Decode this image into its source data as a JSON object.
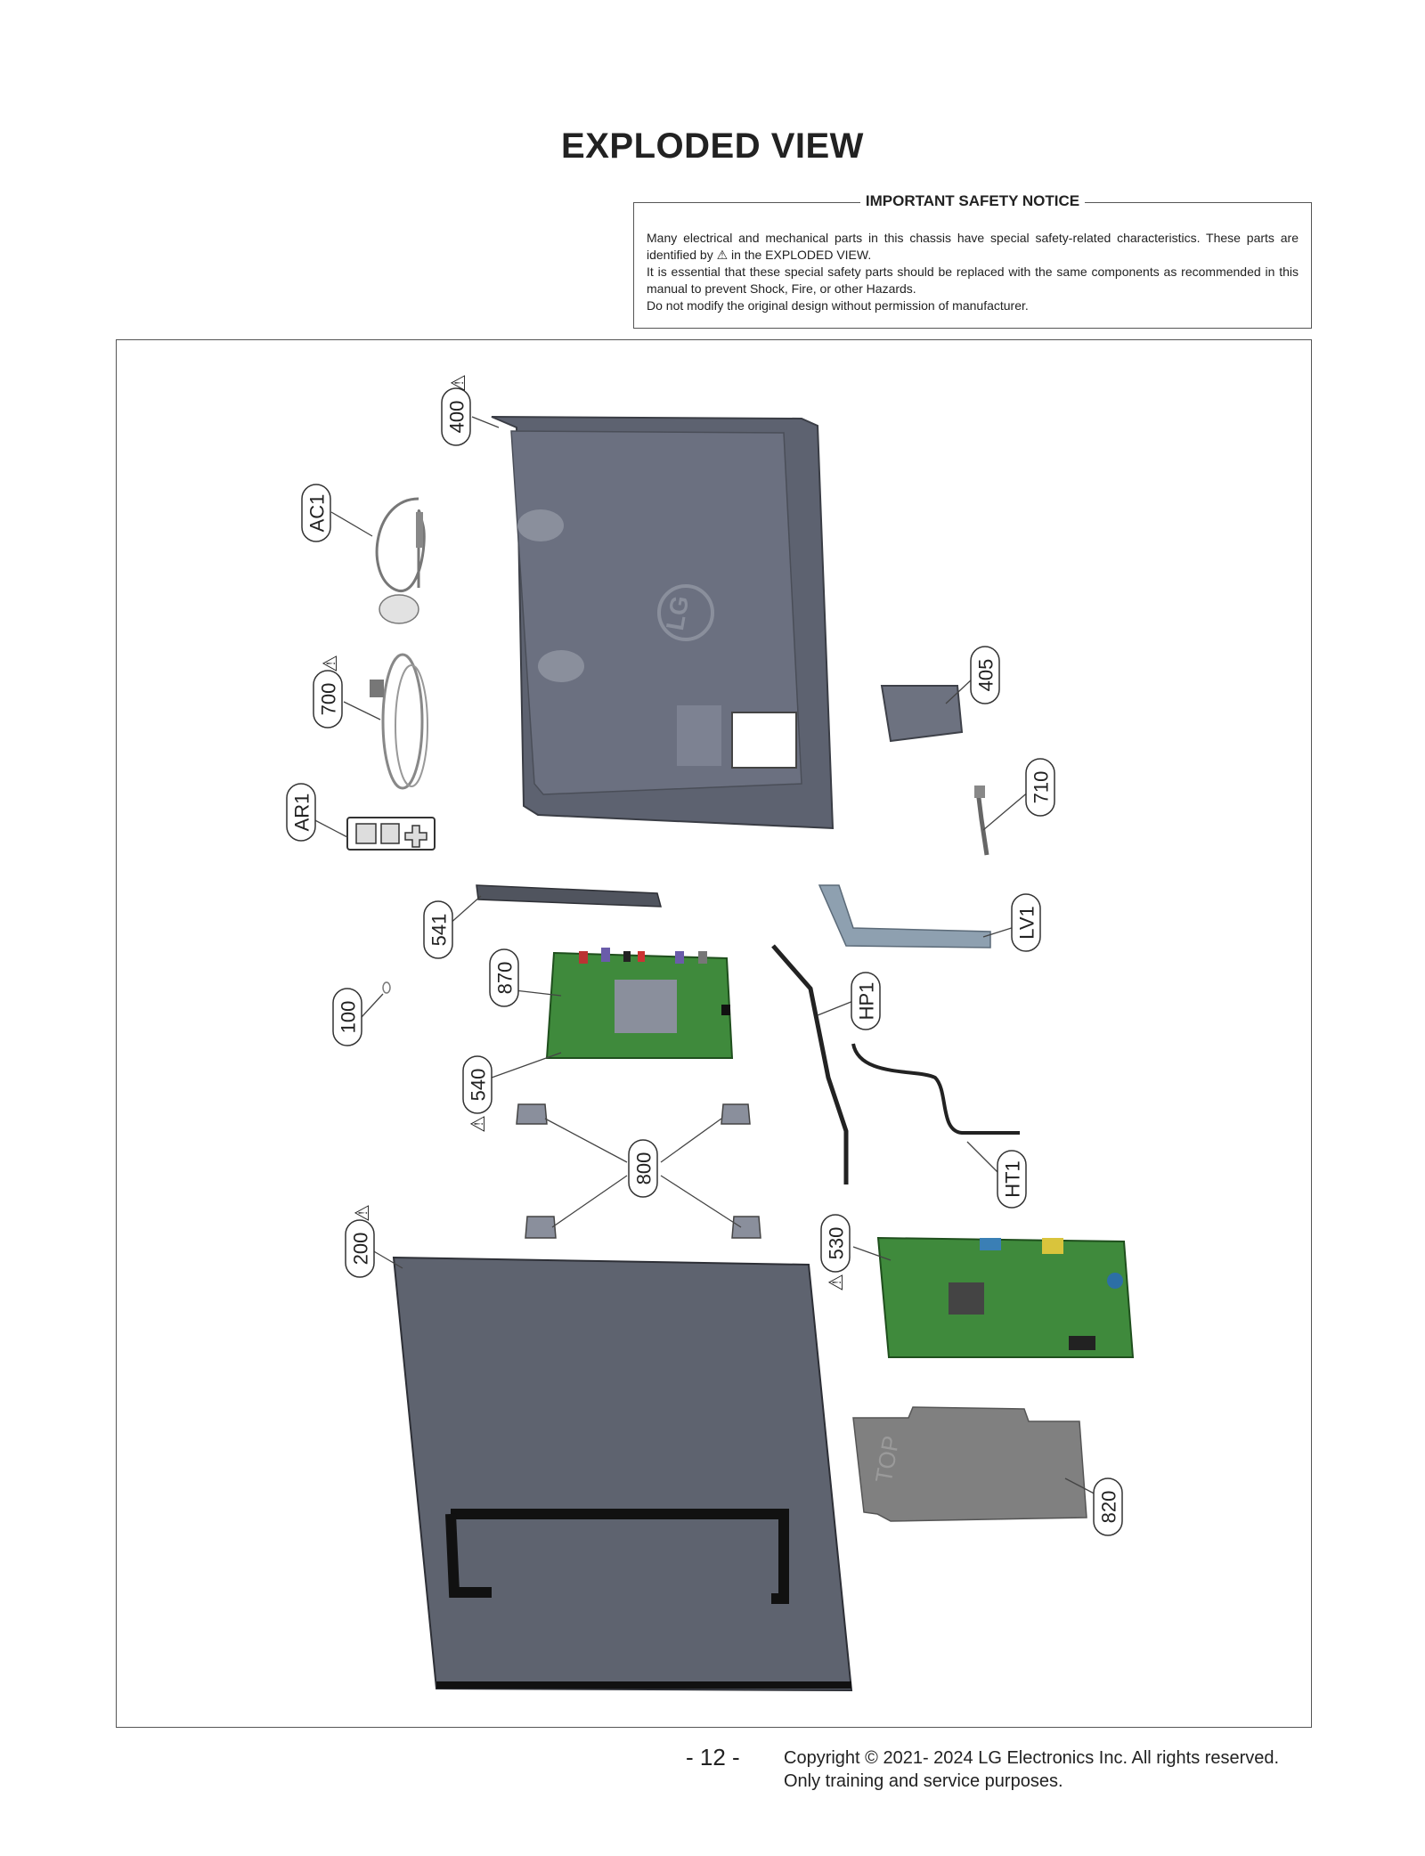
{
  "page": {
    "title": "EXPLODED VIEW",
    "page_number": "- 12 -",
    "copyright_line1": "Copyright © 2021- 2024 LG Electronics Inc. All rights reserved.",
    "copyright_line2": "Only training and service purposes."
  },
  "notice": {
    "title": "IMPORTANT SAFETY NOTICE",
    "line1": "Many electrical and mechanical parts in this chassis have special safety-related characteristics. These parts are identified by ⚠ in the EXPLODED VIEW.",
    "line2": "It is essential that these special safety parts should be replaced with the same components as recommended in this manual to prevent Shock, Fire, or other Hazards.",
    "line3": "Do not modify the original design without permission of manufacturer."
  },
  "diagram": {
    "logo_text": "LG",
    "sheet_text": "TOP",
    "callouts": [
      {
        "id": "400",
        "safety": true
      },
      {
        "id": "AC1",
        "safety": false
      },
      {
        "id": "700",
        "safety": true
      },
      {
        "id": "AR1",
        "safety": false
      },
      {
        "id": "405",
        "safety": false
      },
      {
        "id": "710",
        "safety": false
      },
      {
        "id": "LV1",
        "safety": false
      },
      {
        "id": "541",
        "safety": false
      },
      {
        "id": "870",
        "safety": false
      },
      {
        "id": "100",
        "safety": false
      },
      {
        "id": "HP1",
        "safety": false
      },
      {
        "id": "540",
        "safety": true
      },
      {
        "id": "800",
        "safety": false
      },
      {
        "id": "HT1",
        "safety": false
      },
      {
        "id": "200",
        "safety": true
      },
      {
        "id": "530",
        "safety": true
      },
      {
        "id": "820",
        "safety": false
      }
    ]
  }
}
